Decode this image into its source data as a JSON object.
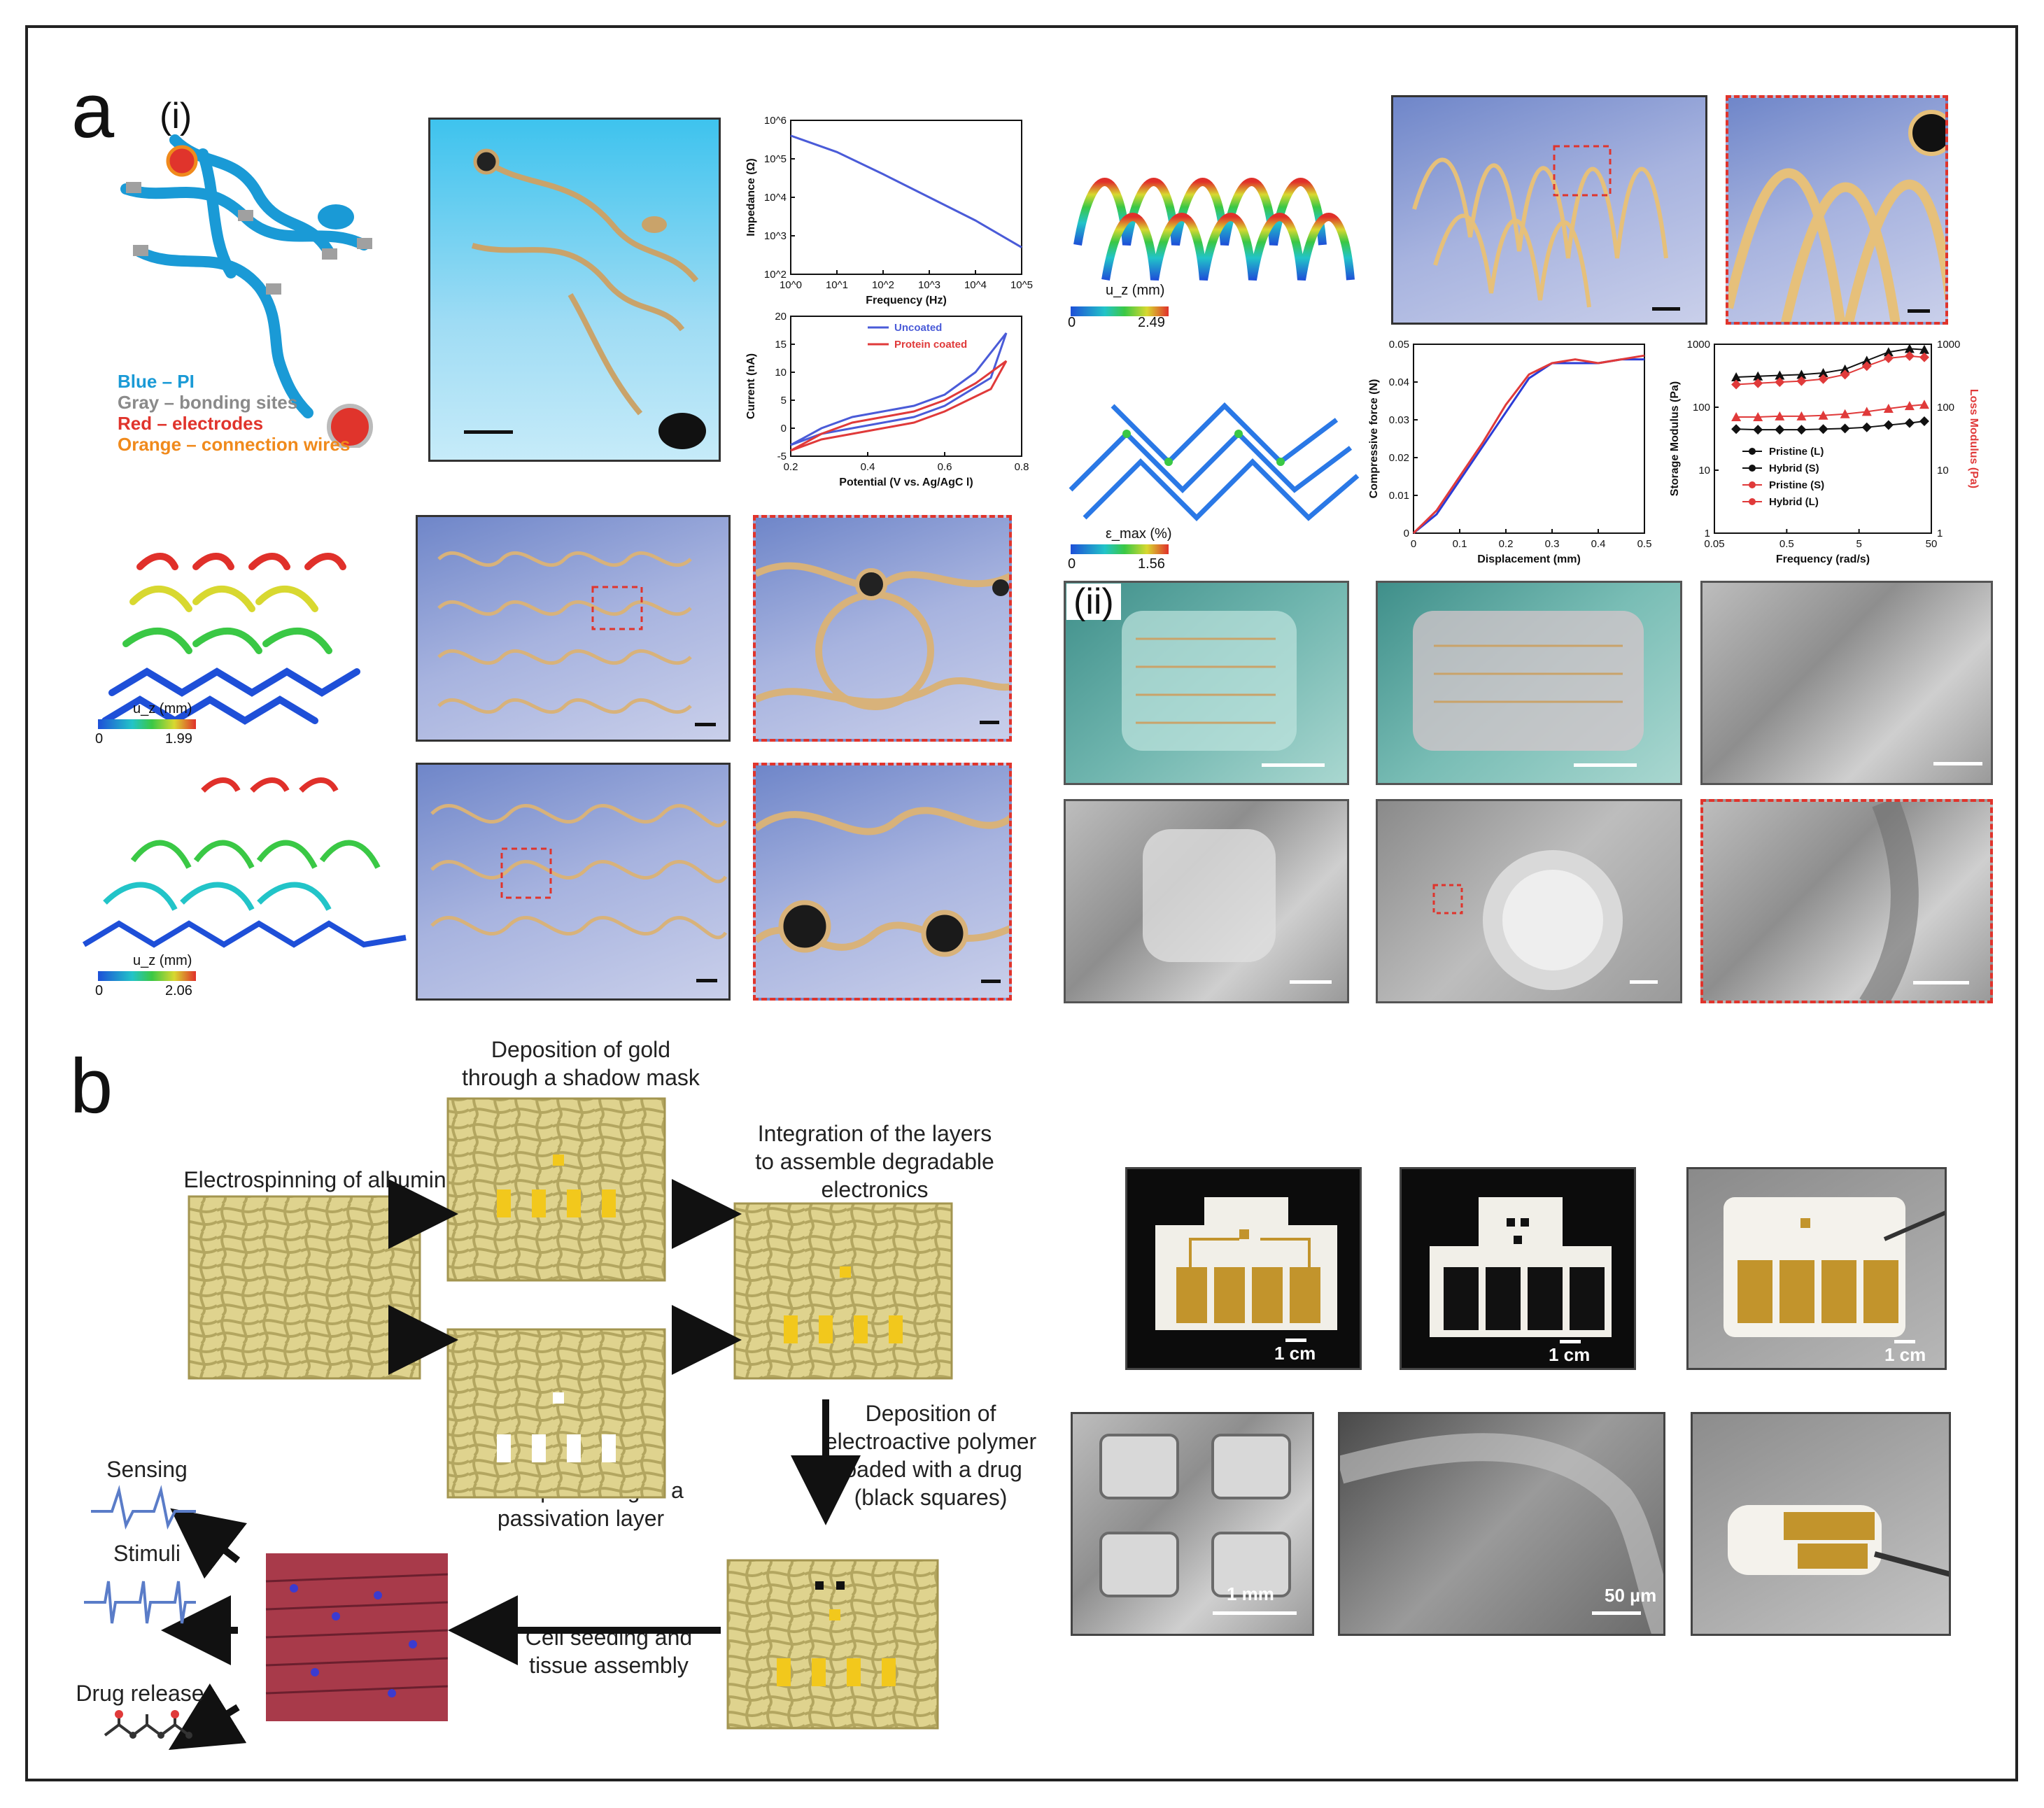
{
  "panels": {
    "a": "a",
    "a_i": "(i)",
    "a_ii": "(ii)",
    "b": "b"
  },
  "legend_a": {
    "blue": "Blue – PI",
    "gray": "Gray – bonding sites",
    "red": "Red – electrodes",
    "orange": "Orange – connection wires",
    "colors": {
      "blue": "#1a9ad6",
      "gray": "#a0a0a0",
      "red": "#e0342c",
      "orange": "#f08a1c"
    }
  },
  "colorbars": [
    {
      "label": "u_z (mm)",
      "min": "0",
      "max": "2.49"
    },
    {
      "label": "ε_max (%)",
      "min": "0",
      "max": "1.56"
    },
    {
      "label": "u_z (mm)",
      "min": "0",
      "max": "1.99"
    },
    {
      "label": "u_z (mm)",
      "min": "0",
      "max": "2.06"
    }
  ],
  "chart_data": [
    {
      "type": "line",
      "ylabel": "Impedance (Ω)",
      "xlabel": "Frequency (Hz)",
      "xscale": "log",
      "yscale": "log",
      "xticks": [
        "10^0",
        "10^1",
        "10^2",
        "10^3",
        "10^4",
        "10^5"
      ],
      "yticks": [
        "10^2",
        "10^3",
        "10^4",
        "10^5",
        "10^6"
      ],
      "xlim": [
        1,
        100000
      ],
      "ylim": [
        100,
        1000000
      ],
      "series": [
        {
          "x": [
            1,
            10,
            100,
            1000,
            10000,
            100000
          ],
          "y": [
            400000,
            150000,
            40000,
            10000,
            2500,
            500
          ],
          "color": "#4a5bd8"
        }
      ]
    },
    {
      "type": "line",
      "ylabel": "Current (nA)",
      "xlabel": "Potential (V vs. Ag/AgC l)",
      "xticks": [
        "0.2",
        "0.4",
        "0.6",
        "0.8"
      ],
      "yticks": [
        "-5",
        "0",
        "5",
        "10",
        "15",
        "20"
      ],
      "xlim": [
        0.1,
        0.85
      ],
      "ylim": [
        -5,
        20
      ],
      "series": [
        {
          "name": "Uncoated",
          "color": "#4a5bd8",
          "x": [
            0.1,
            0.2,
            0.3,
            0.4,
            0.5,
            0.6,
            0.7,
            0.8,
            0.75,
            0.6,
            0.5,
            0.4,
            0.3,
            0.2,
            0.1
          ],
          "y": [
            -3,
            0,
            2,
            3,
            4,
            6,
            10,
            17,
            9,
            4,
            2,
            1,
            0,
            -1,
            -3
          ]
        },
        {
          "name": "Protein coated",
          "color": "#e03a3a",
          "x": [
            0.1,
            0.2,
            0.3,
            0.4,
            0.5,
            0.6,
            0.7,
            0.8,
            0.75,
            0.6,
            0.5,
            0.4,
            0.3,
            0.2,
            0.1
          ],
          "y": [
            -4,
            -1,
            1,
            2,
            3,
            5,
            8,
            12,
            7,
            3,
            1,
            0,
            -1,
            -2,
            -4
          ]
        }
      ]
    },
    {
      "type": "line",
      "ylabel": "Compressive force (N)",
      "xlabel": "Displacement (mm)",
      "xticks": [
        "0",
        "0.1",
        "0.2",
        "0.3",
        "0.4",
        "0.5"
      ],
      "yticks": [
        "0",
        "0.01",
        "0.02",
        "0.03",
        "0.04",
        "0.05"
      ],
      "xlim": [
        0,
        0.5
      ],
      "ylim": [
        0,
        0.05
      ],
      "series": [
        {
          "color": "#2b3bd6",
          "x": [
            0,
            0.05,
            0.1,
            0.15,
            0.2,
            0.25,
            0.3,
            0.35,
            0.4,
            0.45,
            0.5
          ],
          "y": [
            0,
            0.005,
            0.014,
            0.023,
            0.032,
            0.041,
            0.045,
            0.045,
            0.045,
            0.046,
            0.046
          ]
        },
        {
          "color": "#e03a3a",
          "x": [
            0,
            0.05,
            0.1,
            0.15,
            0.2,
            0.25,
            0.3,
            0.35,
            0.4,
            0.45,
            0.5
          ],
          "y": [
            0,
            0.006,
            0.015,
            0.024,
            0.034,
            0.042,
            0.045,
            0.046,
            0.045,
            0.046,
            0.047
          ]
        }
      ]
    },
    {
      "type": "scatter",
      "ylabel": "Storage Modulus (Pa)",
      "ylabel_right": "Loss Modulus (Pa)",
      "xlabel": "Frequency (rad/s)",
      "xscale": "log",
      "yscale": "log",
      "xticks": [
        "0.05",
        "0.5",
        "5",
        "50"
      ],
      "yticks": [
        "1",
        "10",
        "100",
        "1000"
      ],
      "xlim": [
        0.05,
        50
      ],
      "ylim": [
        1,
        1000
      ],
      "series": [
        {
          "name": "Pristine (L)",
          "color": "#111111",
          "marker": "diamond",
          "x": [
            0.1,
            0.2,
            0.4,
            0.8,
            1.6,
            3.2,
            6.4,
            12.8,
            25,
            40
          ],
          "y": [
            45,
            44,
            44,
            44,
            45,
            46,
            48,
            52,
            56,
            60
          ]
        },
        {
          "name": "Hybrid (S)",
          "color": "#111111",
          "marker": "triangle",
          "x": [
            0.1,
            0.2,
            0.4,
            0.8,
            1.6,
            3.2,
            6.4,
            12.8,
            25,
            40
          ],
          "y": [
            300,
            310,
            320,
            330,
            350,
            400,
            550,
            750,
            850,
            820
          ]
        },
        {
          "name": "Pristine (S)",
          "color": "#e03a3a",
          "marker": "diamond",
          "x": [
            0.1,
            0.2,
            0.4,
            0.8,
            1.6,
            3.2,
            6.4,
            12.8,
            25,
            40
          ],
          "y": [
            230,
            240,
            250,
            260,
            280,
            330,
            450,
            600,
            650,
            620
          ]
        },
        {
          "name": "Hybrid (L)",
          "color": "#e03a3a",
          "marker": "triangle",
          "x": [
            0.1,
            0.2,
            0.4,
            0.8,
            1.6,
            3.2,
            6.4,
            12.8,
            25,
            40
          ],
          "y": [
            70,
            70,
            72,
            72,
            74,
            78,
            85,
            95,
            105,
            110
          ]
        }
      ]
    }
  ],
  "flow": {
    "step1": "Electrospinning of albumin",
    "step2": "Deposition of gold\nthrough a shadow mask",
    "step3": "Integration of the layers\nto assemble degradable\nelectronics",
    "step4": "Laser patterning of a\npassivation layer",
    "step5": "Deposition of\nelectroactive polymer\nloaded with a drug\n(black squares)",
    "step6": "Cell seeding and\ntissue assembly",
    "out1": "Sensing",
    "out2": "Stimuli",
    "out3": "Drug release"
  },
  "scalebars": {
    "photo1": "1 cm",
    "photo2": "1 cm",
    "photo3": "1 cm",
    "sem1": "1 mm",
    "sem2": "50 µm"
  }
}
